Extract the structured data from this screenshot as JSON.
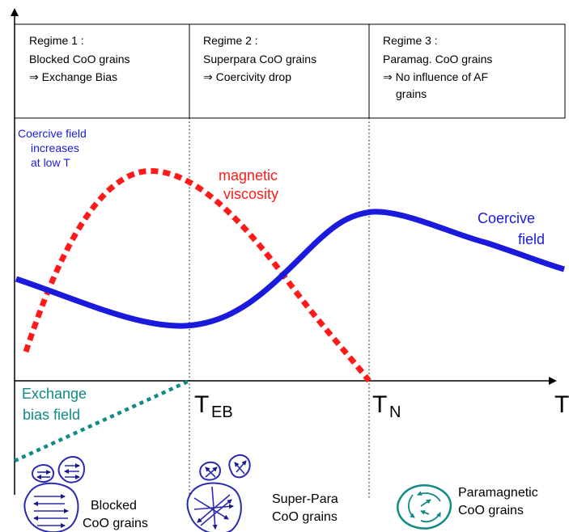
{
  "regimes": [
    {
      "title": "Regime 1 :",
      "line1": "Blocked CoO grains",
      "line2": "⇒ Exchange Bias",
      "line3": ""
    },
    {
      "title": "Regime 2 :",
      "line1": "Superpara CoO grains",
      "line2": "⇒ Coercivity drop",
      "line3": ""
    },
    {
      "title": "Regime 3 :",
      "line1": "Paramag. CoO grains",
      "line2": "⇒ No influence of AF",
      "line3": "grains"
    }
  ],
  "annotations": {
    "coercive_low_t": [
      "Coercive field",
      "increases",
      "at low T"
    ],
    "magnetic_viscosity": [
      "magnetic",
      "viscosity"
    ],
    "coercive_field": [
      "Coercive",
      "field"
    ],
    "exchange_bias_field": [
      "Exchange",
      "bias field"
    ]
  },
  "axis": {
    "t_eb_main": "T",
    "t_eb_sub": "EB",
    "t_n_main": "T",
    "t_n_sub": "N",
    "t_axis": "T"
  },
  "grain_labels": [
    [
      "Blocked",
      "CoO grains"
    ],
    [
      "Super-Para",
      "CoO grains"
    ],
    [
      "Paramagnetic",
      "CoO grains"
    ]
  ],
  "colors": {
    "coercive": "#1a1adc",
    "viscosity": "#ff1a1a",
    "exchange": "#0f8a85",
    "grain_blue": "#2a2ab0",
    "grain_teal": "#0f8a85"
  }
}
